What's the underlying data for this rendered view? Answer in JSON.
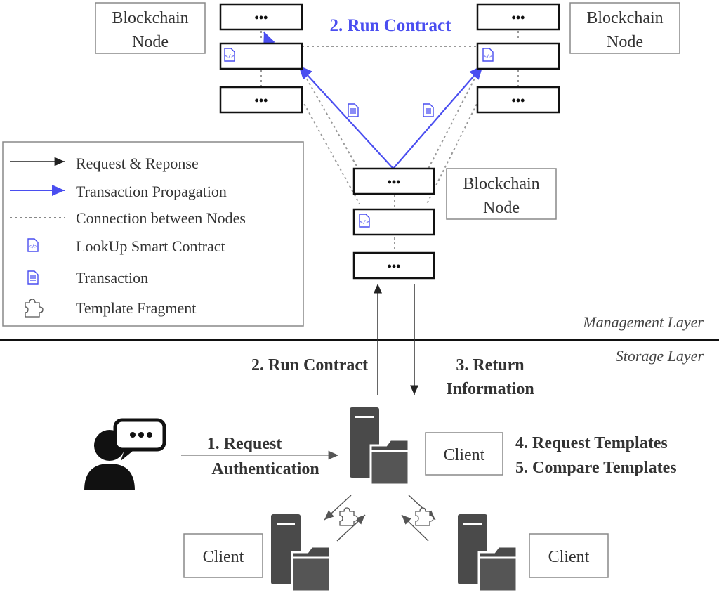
{
  "nodes": {
    "left_label": [
      "Blockchain",
      "Node"
    ],
    "right_label": [
      "Blockchain",
      "Node"
    ],
    "center_label": [
      "Blockchain",
      "Node"
    ],
    "block_dots": "•••"
  },
  "top_step": "2. Run Contract",
  "legend": {
    "items": [
      {
        "label": "Request & Reponse",
        "kind": "black-arrow"
      },
      {
        "label": "Transaction Propagation",
        "kind": "blue-arrow"
      },
      {
        "label": "Connection between Nodes",
        "kind": "dotted-line"
      },
      {
        "label": "LookUp Smart Contract",
        "kind": "contract-icon"
      },
      {
        "label": "Transaction",
        "kind": "transaction-icon"
      },
      {
        "label": "Template Fragment",
        "kind": "puzzle-icon"
      }
    ]
  },
  "layers": {
    "management": "Management Layer",
    "storage": "Storage Layer"
  },
  "steps": {
    "run_contract": "2. Run Contract",
    "return_info": [
      "3. Return",
      "Information"
    ],
    "request_auth": [
      "1. Request",
      "Authentication"
    ],
    "request_templates": "4. Request Templates",
    "compare_templates": "5. Compare Templates"
  },
  "clients": {
    "main": "Client",
    "left": "Client",
    "right": "Client"
  },
  "colors": {
    "blue": "#4a4ef0",
    "server": "#4a4a4a",
    "border": "#888888"
  }
}
